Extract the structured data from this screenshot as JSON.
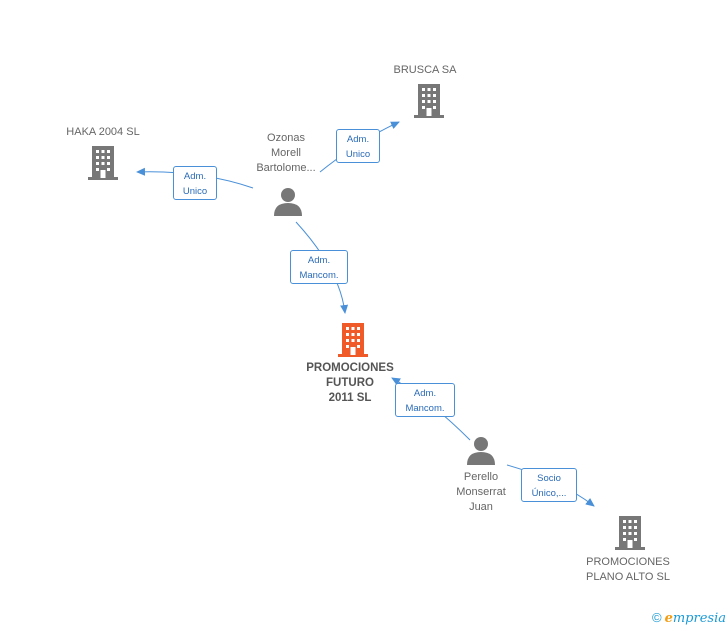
{
  "colors": {
    "edge": "#4a90d9",
    "company": "#777777",
    "company_main": "#f05a28",
    "person": "#777777"
  },
  "nodes": {
    "haka": {
      "label": "HAKA 2004 SL",
      "icon": "building-icon"
    },
    "brusca": {
      "label": "BRUSCA SA",
      "icon": "building-icon"
    },
    "ozonas": {
      "label": "Ozonas\nMorell\nBartolome...",
      "icon": "person-icon"
    },
    "promociones_futuro": {
      "label": "PROMOCIONES\nFUTURO\n2011 SL",
      "icon": "building-icon"
    },
    "perello": {
      "label": "Perello\nMonserrat\nJuan",
      "icon": "person-icon"
    },
    "plano_alto": {
      "label": "PROMOCIONES\nPLANO ALTO SL",
      "icon": "building-icon"
    }
  },
  "edges": {
    "ozonas_haka": {
      "label": "Adm.\nUnico"
    },
    "ozonas_brusca": {
      "label": "Adm.\nUnico"
    },
    "ozonas_futuro": {
      "label": "Adm.\nMancom."
    },
    "perello_futuro": {
      "label": "Adm.\nMancom."
    },
    "perello_plano": {
      "label": "Socio\nÚnico,..."
    }
  },
  "footer": {
    "copyright": "©",
    "brand_initial": "e",
    "brand_rest": "mpresia"
  }
}
